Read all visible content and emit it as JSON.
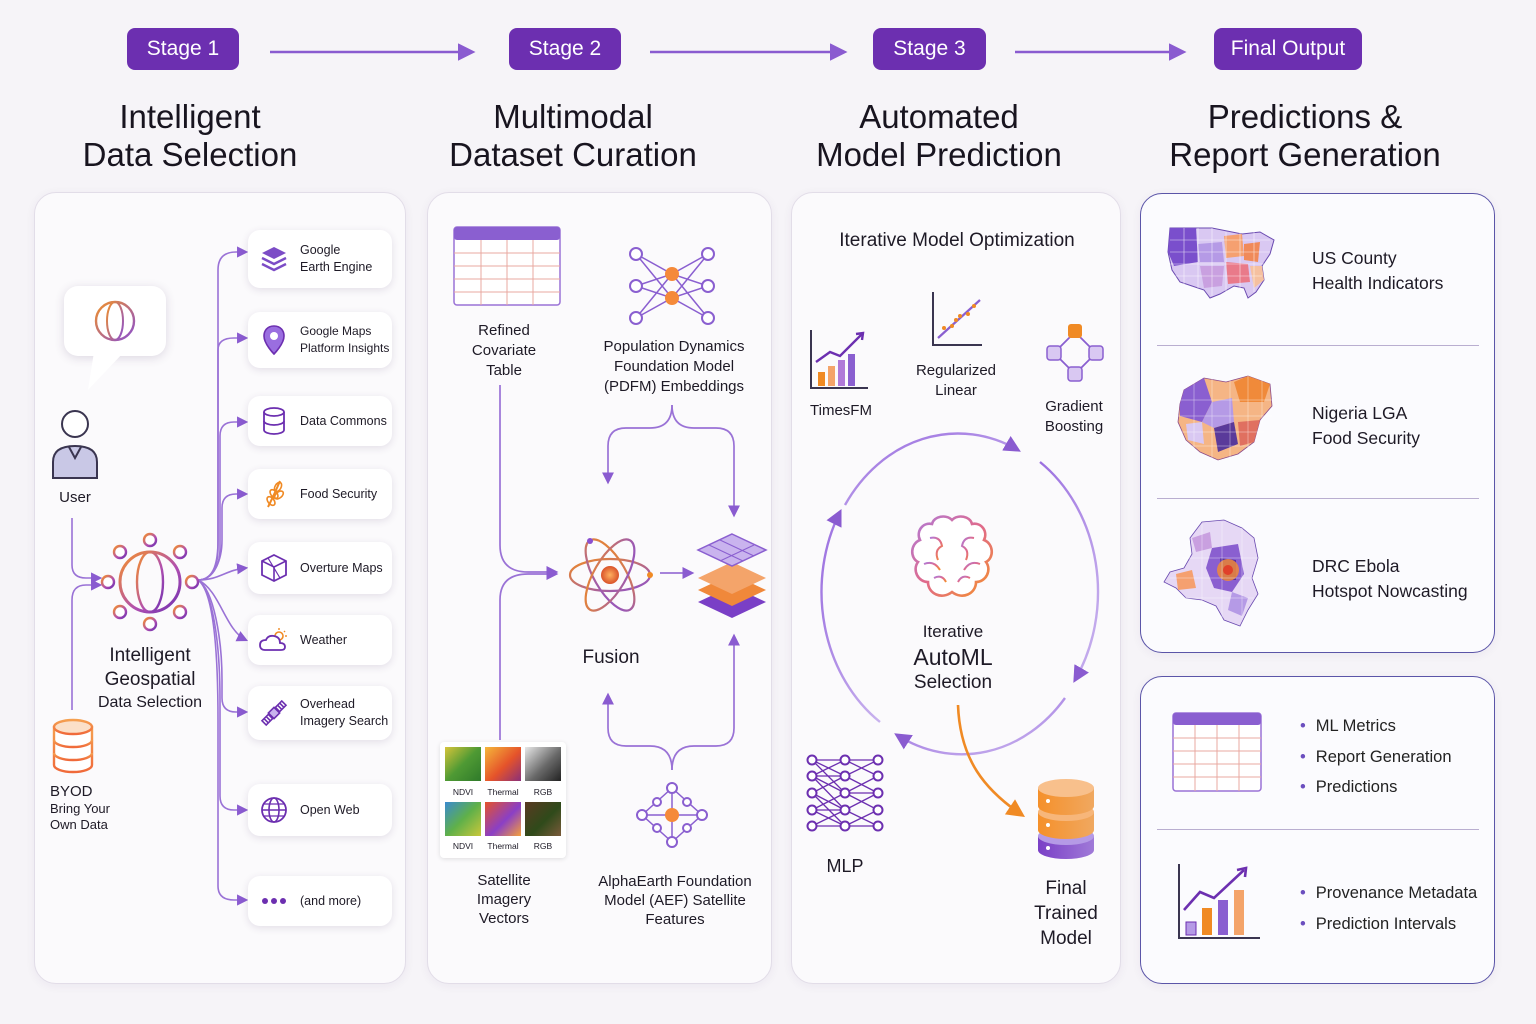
{
  "stages": [
    {
      "pill": "Stage 1",
      "title_l1": "Intelligent",
      "title_l2": "Data Selection"
    },
    {
      "pill": "Stage 2",
      "title_l1": "Multimodal",
      "title_l2": "Dataset Curation"
    },
    {
      "pill": "Stage 3",
      "title_l1": "Automated",
      "title_l2": "Model Prediction"
    },
    {
      "pill": "Final Output",
      "title_l1": "Predictions &",
      "title_l2": "Report Generation"
    }
  ],
  "stage1": {
    "user_label": "User",
    "hub_l1": "Intelligent",
    "hub_l2": "Geospatial",
    "hub_l3": "Data Selection",
    "byod_l1": "BYOD",
    "byod_l2": "Bring Your",
    "byod_l3": "Own Data",
    "sources": [
      {
        "l1": "Google",
        "l2": "Earth Engine",
        "icon": "layers-icon"
      },
      {
        "l1": "Google Maps",
        "l2": "Platform Insights",
        "icon": "map-pin-icon"
      },
      {
        "l1": "Data Commons",
        "l2": "",
        "icon": "database-icon"
      },
      {
        "l1": "Food Security",
        "l2": "",
        "icon": "wheat-icon"
      },
      {
        "l1": "Overture Maps",
        "l2": "",
        "icon": "box-icon"
      },
      {
        "l1": "Weather",
        "l2": "",
        "icon": "cloud-sun-icon"
      },
      {
        "l1": "Overhead",
        "l2": "Imagery Search",
        "icon": "satellite-icon"
      },
      {
        "l1": "Open Web",
        "l2": "",
        "icon": "globe-icon"
      },
      {
        "l1": "(and more)",
        "l2": "",
        "icon": "more-dots-icon"
      }
    ]
  },
  "stage2": {
    "table_l1": "Refined",
    "table_l2": "Covariate",
    "table_l3": "Table",
    "pdfm_l1": "Population Dynamics",
    "pdfm_l2": "Foundation Model",
    "pdfm_l3": "(PDFM) Embeddings",
    "fusion": "Fusion",
    "sat_labels": [
      "NDVI",
      "Thermal",
      "RGB",
      "NDVI",
      "Thermal",
      "RGB"
    ],
    "sat_l1": "Satellite",
    "sat_l2": "Imagery",
    "sat_l3": "Vectors",
    "aef_l1": "AlphaEarth Foundation",
    "aef_l2": "Model (AEF) Satellite",
    "aef_l3": "Features"
  },
  "stage3": {
    "title": "Iterative Model Optimization",
    "timesfm": "TimesFM",
    "reg_l1": "Regularized",
    "reg_l2": "Linear",
    "gb_l1": "Gradient",
    "gb_l2": "Boosting",
    "mlp": "MLP",
    "center_l1": "Iterative",
    "center_l2": "AutoML",
    "center_l3": "Selection",
    "final_l1": "Final",
    "final_l2": "Trained",
    "final_l3": "Model"
  },
  "output": {
    "maps": [
      {
        "l1": "US County",
        "l2": "Health Indicators"
      },
      {
        "l1": "Nigeria LGA",
        "l2": "Food Security"
      },
      {
        "l1": "DRC Ebola",
        "l2": "Hotspot Nowcasting"
      }
    ],
    "report_bullets_1": [
      "ML Metrics",
      "Report Generation",
      "Predictions"
    ],
    "report_bullets_2": [
      "Provenance Metadata",
      "Prediction Intervals"
    ]
  },
  "colors": {
    "purple": "#6c2fb0",
    "orange": "#f08a24",
    "lavender": "#8a63d2"
  }
}
